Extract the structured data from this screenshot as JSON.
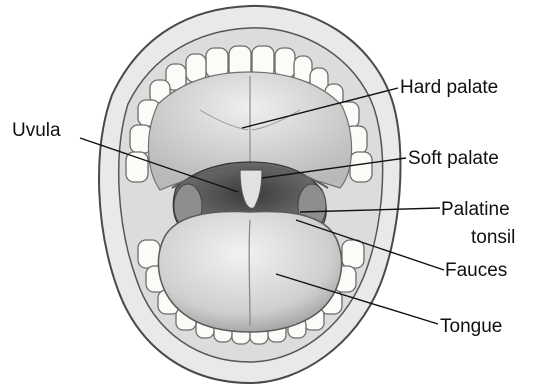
{
  "labels": {
    "hard_palate": "Hard palate",
    "uvula": "Uvula",
    "soft_palate": "Soft palate",
    "palatine_tonsil_line1": "Palatine",
    "palatine_tonsil_line2": "tonsil",
    "fauces": "Fauces",
    "tongue": "Tongue"
  }
}
